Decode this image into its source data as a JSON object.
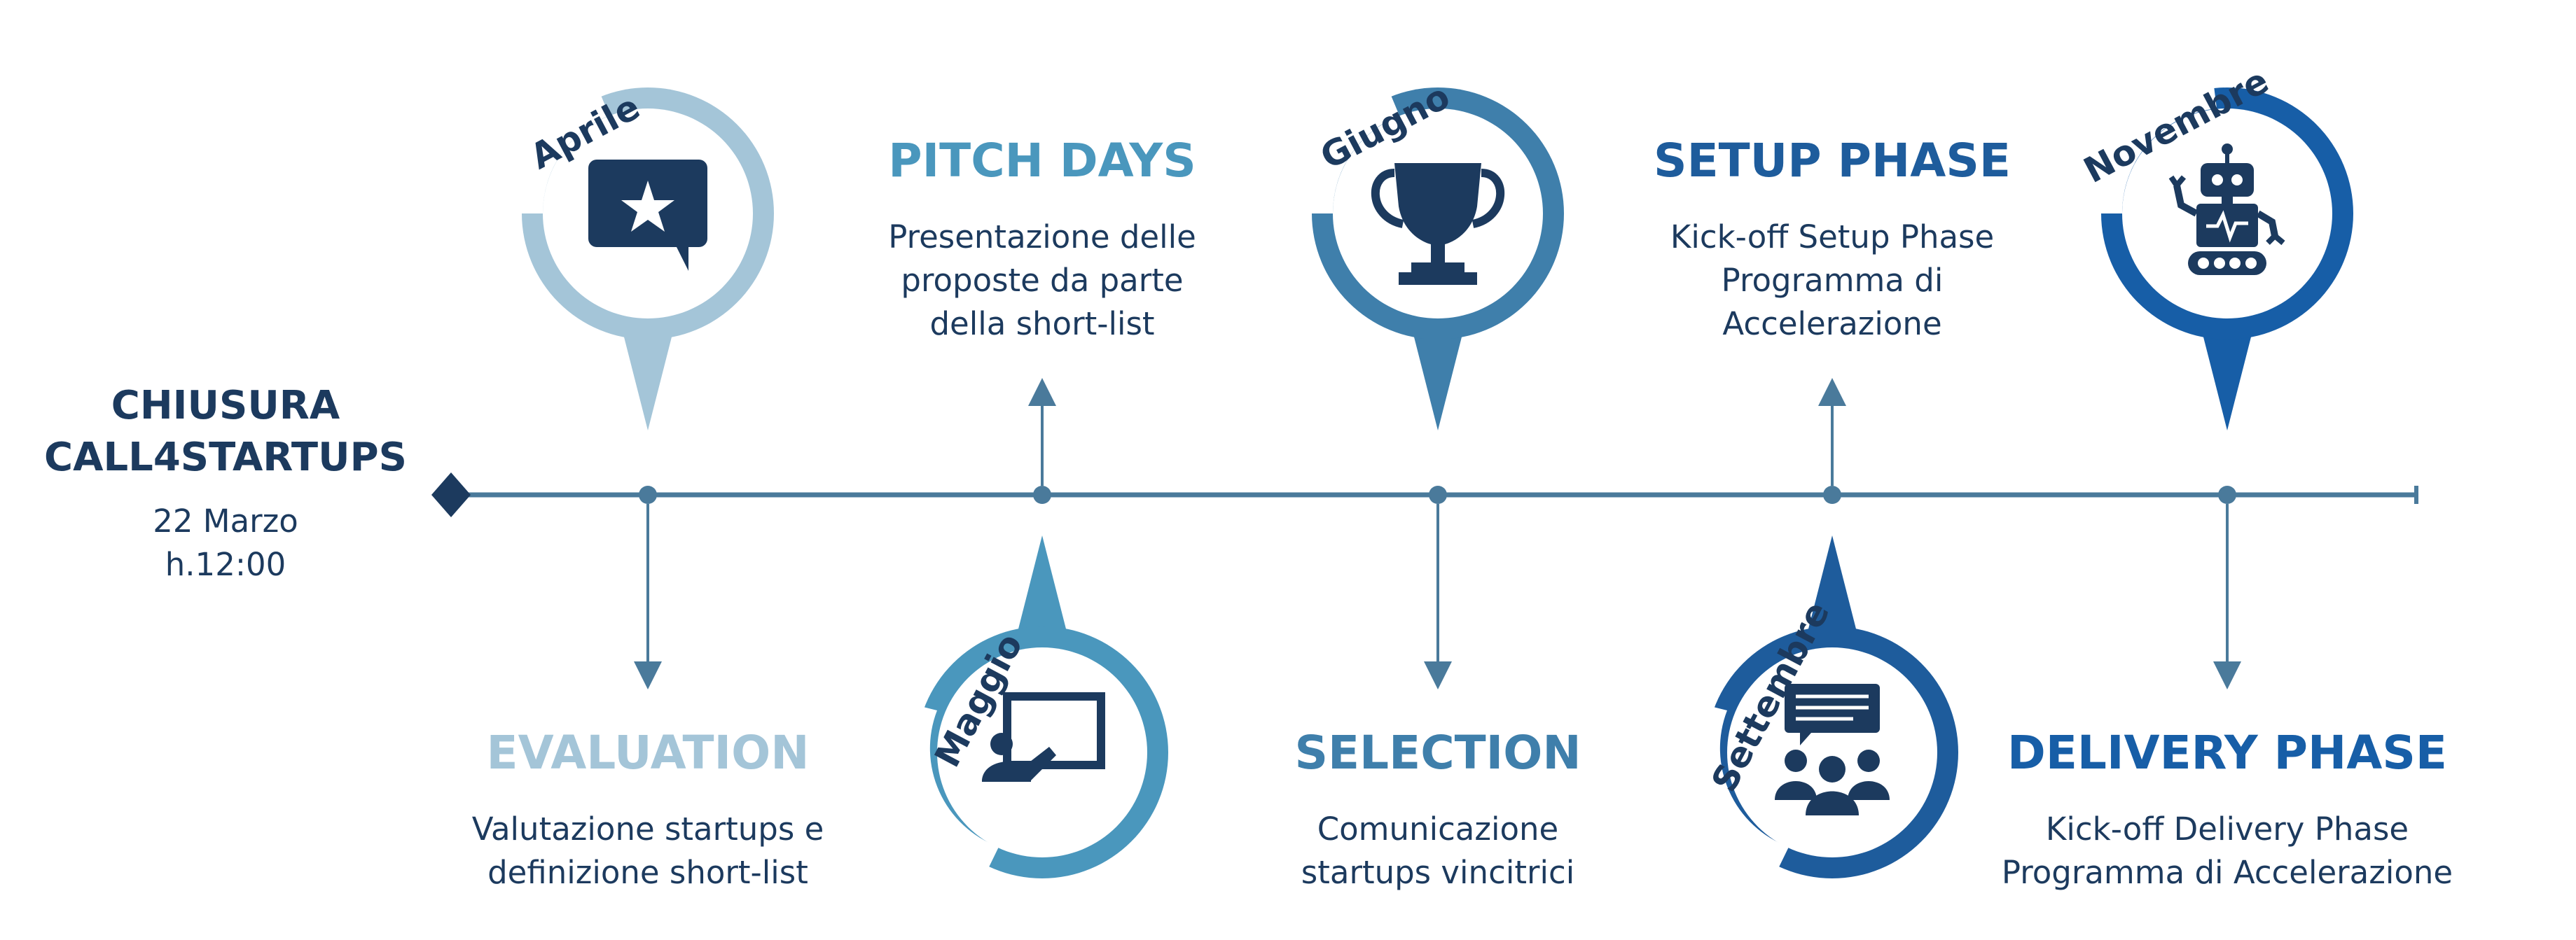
{
  "colors": {
    "navy": "#1c3a5e",
    "line": "#4a7a9b",
    "pale": "#a4c5d8",
    "teal": "#4a97bd",
    "steel": "#3f7fab",
    "blue": "#1e5c9c",
    "royal": "#175ea7"
  },
  "start": {
    "title_line1": "CHIUSURA",
    "title_line2": "CALL4STARTUPS",
    "date_line1": "22 Marzo",
    "date_line2": "h.12:00"
  },
  "pins": [
    {
      "month": "Aprile",
      "icon": "chat-star-icon",
      "color": "pale"
    },
    {
      "month": "Maggio",
      "icon": "presentation-board-icon",
      "color": "teal"
    },
    {
      "month": "Giugno",
      "icon": "trophy-icon",
      "color": "steel"
    },
    {
      "month": "Settembre",
      "icon": "group-chat-icon",
      "color": "blue"
    },
    {
      "month": "Novembre",
      "icon": "robot-icon",
      "color": "royal"
    }
  ],
  "phases": [
    {
      "title": "EVALUATION",
      "line1": "Valutazione startups e",
      "line2": "definizione short-list",
      "color": "pale"
    },
    {
      "title": "PITCH DAYS",
      "line1": "Presentazione delle",
      "line2": "proposte da parte",
      "line3": "della short-list",
      "color": "teal"
    },
    {
      "title": "SELECTION",
      "line1": "Comunicazione",
      "line2": "startups vincitrici",
      "color": "steel"
    },
    {
      "title": "SETUP PHASE",
      "line1": "Kick-off Setup Phase",
      "line2": "Programma di",
      "line3": "Accelerazione",
      "color": "blue"
    },
    {
      "title": "DELIVERY PHASE",
      "line1": "Kick-off Delivery Phase",
      "line2": "Programma di Accelerazione",
      "color": "royal"
    }
  ]
}
